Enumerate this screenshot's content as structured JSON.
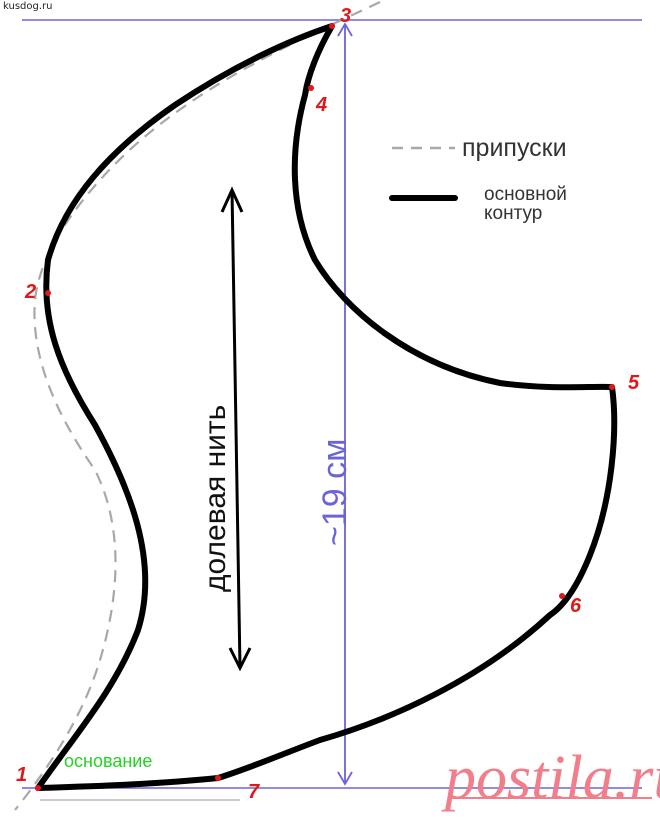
{
  "site_tag": "kusdog.ru",
  "legend": {
    "allowance_label": "припуски",
    "contour_line1": "основной",
    "contour_line2": "контур"
  },
  "grain_label": "долевая нить",
  "dimension_label": "~19 см",
  "base_label": "основание",
  "points": [
    "1",
    "2",
    "3",
    "4",
    "5",
    "6",
    "7"
  ],
  "watermark": "postila.ru",
  "colors": {
    "contour": "#000000",
    "allowance": "#a8a8a8",
    "dimension": "#6b63d8",
    "point_label": "#e01818",
    "base_label": "#22d422",
    "watermark": "#f27d8b"
  }
}
